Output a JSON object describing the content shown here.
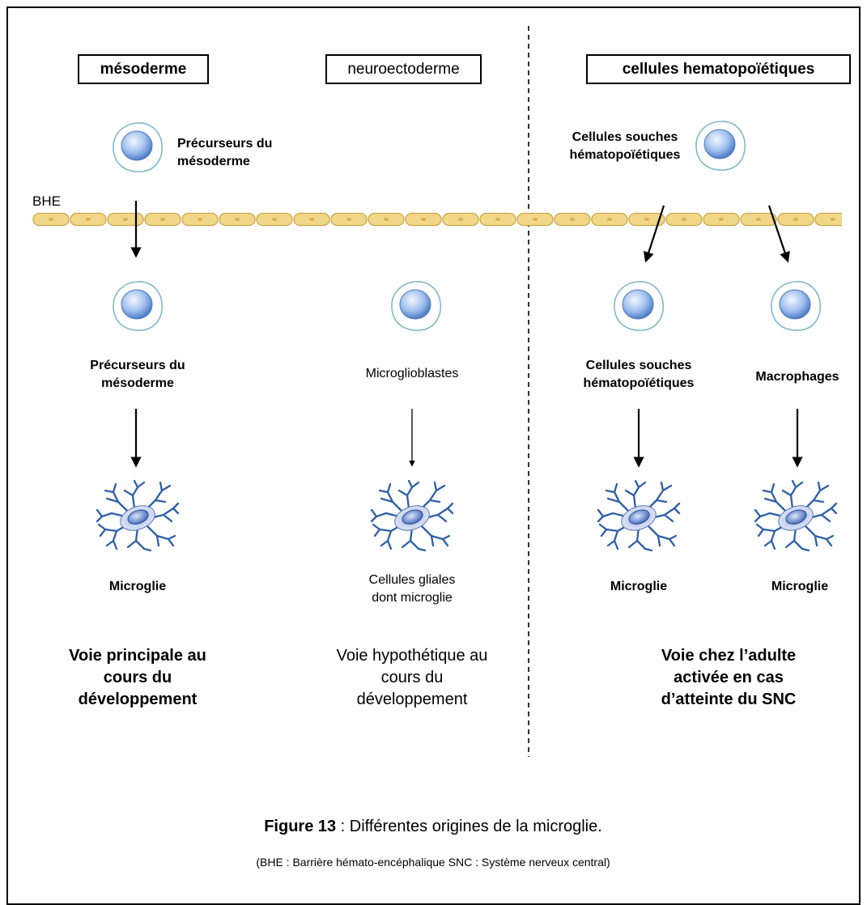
{
  "headers": {
    "mesoderm": "mésoderme",
    "neuroectoderm": "neuroectoderme",
    "hematopoietic": "cellules hematopoïétiques"
  },
  "barrier_label": "BHE",
  "top_cells": {
    "mesoderm_label": "Précurseurs du\nmésoderme",
    "hematopoietic_label": "Cellules souches\nhématopoïétiques"
  },
  "columns": [
    {
      "cell_label": "Précurseurs du\nmésoderme",
      "result_label": "Microglie"
    },
    {
      "cell_label": "Microglioblastes",
      "result_label": "Cellules gliales\ndont microglie"
    },
    {
      "cell_label": "Cellules souches\nhématopoïétiques",
      "result_label": "Microglie"
    },
    {
      "cell_label": "Macrophages",
      "result_label": "Microglie"
    }
  ],
  "pathways": {
    "main": "Voie principale au\ncours du\ndéveloppement",
    "hypothetical": "Voie hypothétique au\ncours du\ndéveloppement",
    "adult": "Voie chez l’adulte\nactivée en cas\nd’atteinte du SNC"
  },
  "caption": {
    "figure_number": "Figure 13",
    "text": " : Différentes origines de la microglie."
  },
  "subcaption": "(BHE : Barrière hémato-encéphalique SNC : Système nerveux central)",
  "colors": {
    "barrier_fill": "#f2d789",
    "barrier_stroke": "#c9a646",
    "cell_nucleus": "#8fb3e6",
    "cell_membrane": "#7fb8c8",
    "microglia": "#2e5fa8"
  },
  "icons": [
    "precursor-cell-icon",
    "microglia-icon",
    "arrow-icon",
    "blood-brain-barrier"
  ]
}
